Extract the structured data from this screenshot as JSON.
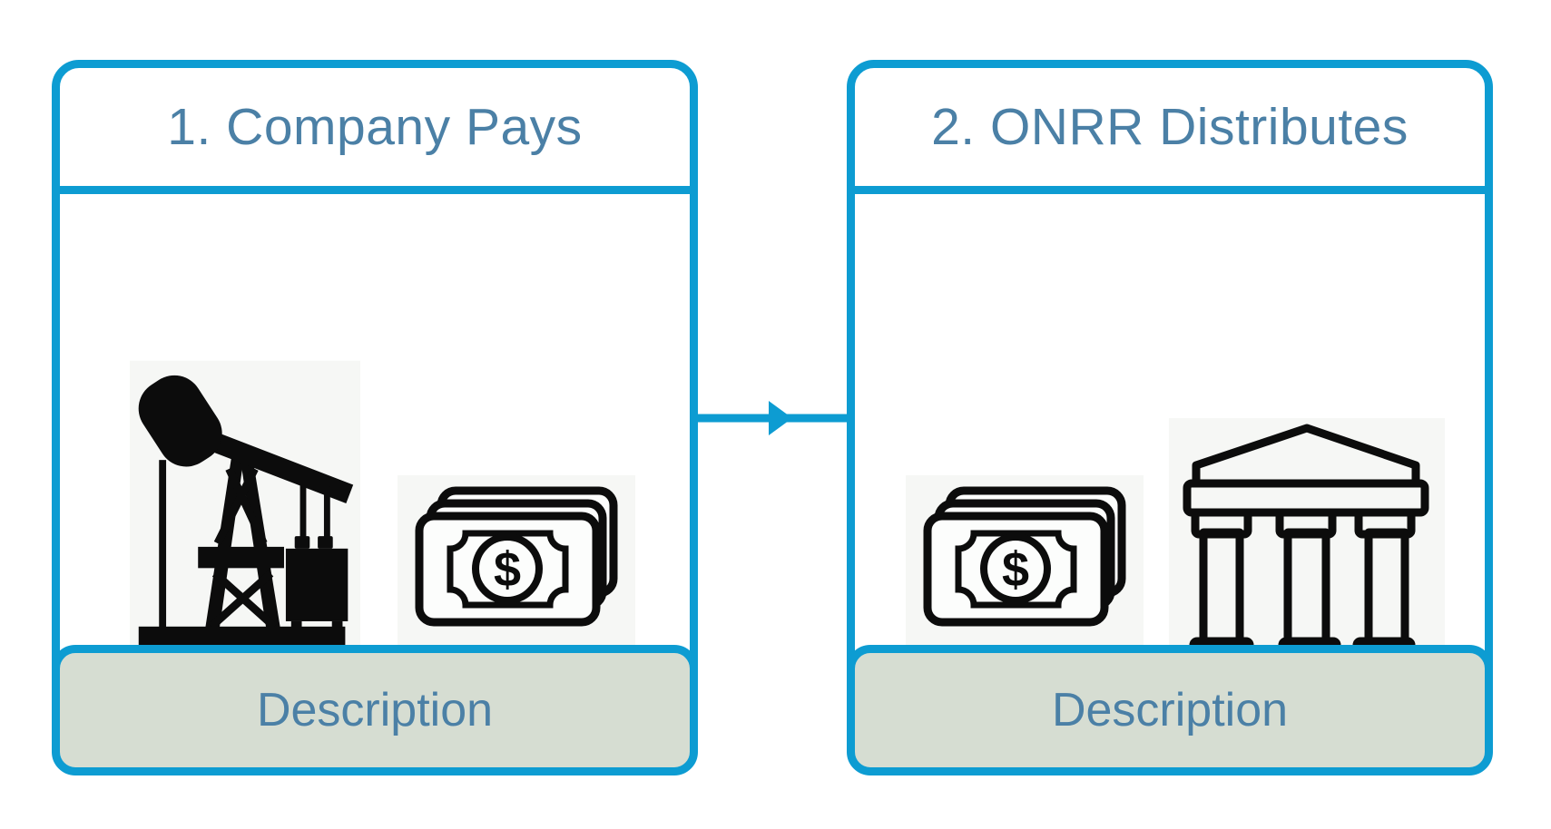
{
  "page": {
    "background_color": "#ffffff"
  },
  "diagram": {
    "kind": "two-step-flow",
    "accent_color": "#0d9cd2",
    "title_color": "#4b80a6",
    "description_fill_color": "#d6ddd2",
    "icon_background_color": "#f6f7f5",
    "money_symbol": "$",
    "connector": {
      "type": "arrow-right"
    },
    "steps": [
      {
        "title": "1. Company Pays",
        "icons": [
          "oil-pump-jack",
          "money-bills"
        ],
        "description_label": "Description"
      },
      {
        "title": "2. ONRR Distributes",
        "icons": [
          "money-bills",
          "bank-building"
        ],
        "description_label": "Description"
      }
    ]
  }
}
